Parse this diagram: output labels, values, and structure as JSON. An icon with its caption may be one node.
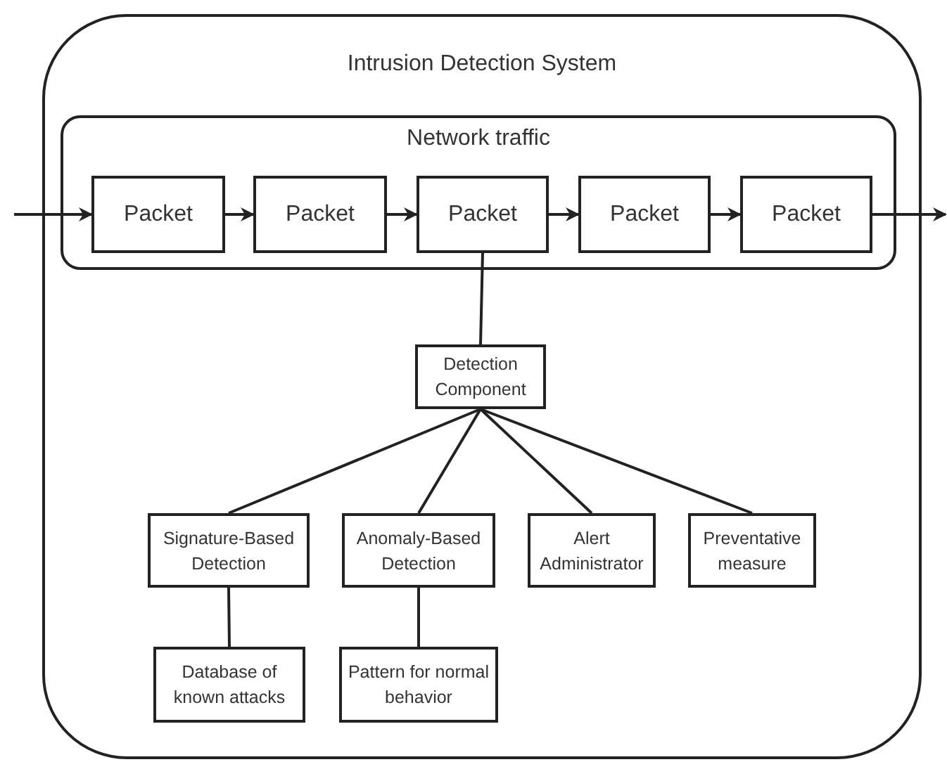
{
  "diagram": {
    "nodes": [
      {
        "text": [
          "Intrusion Detection System"
        ]
      },
      {
        "text": [
          "Network traffic"
        ],
        "in": 0
      },
      {
        "text": [
          "Packet"
        ],
        "in": 1
      },
      {
        "text": [
          "Packet"
        ],
        "in": 1
      },
      {
        "text": [
          "Packet"
        ],
        "in": 1
      },
      {
        "text": [
          "Packet"
        ],
        "in": 1
      },
      {
        "text": [
          "Packet"
        ],
        "in": 1
      },
      {
        "text": [
          "Detection Component"
        ],
        "in": 0
      },
      {
        "text": [
          "Signature-Based Detection"
        ],
        "in": 0
      },
      {
        "text": [
          "Anomaly-Based Detection"
        ],
        "in": 0
      },
      {
        "text": [
          "Alert Administrator"
        ],
        "in": 0
      },
      {
        "text": [
          "Preventative measure"
        ],
        "in": 0
      },
      {
        "text": [
          "Database of known attacks"
        ],
        "in": 0
      },
      {
        "text": [
          "Pattern for normal behavior"
        ],
        "in": 0
      }
    ],
    "edges": [
      {
        "from": null,
        "to": 2,
        "arrow": "to"
      },
      {
        "from": 2,
        "to": 3,
        "arrow": "to"
      },
      {
        "from": 3,
        "to": 4,
        "arrow": "to"
      },
      {
        "from": 4,
        "to": 5,
        "arrow": "to"
      },
      {
        "from": 5,
        "to": 6,
        "arrow": "to"
      },
      {
        "from": 6,
        "to": null,
        "arrow": "to"
      },
      {
        "from": 4,
        "to": 7,
        "arrow": "none"
      },
      {
        "from": 7,
        "to": 8,
        "arrow": "none"
      },
      {
        "from": 7,
        "to": 9,
        "arrow": "none"
      },
      {
        "from": 7,
        "to": 10,
        "arrow": "none"
      },
      {
        "from": 7,
        "to": 11,
        "arrow": "none"
      },
      {
        "from": 8,
        "to": 12,
        "arrow": "none"
      },
      {
        "from": 9,
        "to": 13,
        "arrow": "none"
      }
    ]
  }
}
